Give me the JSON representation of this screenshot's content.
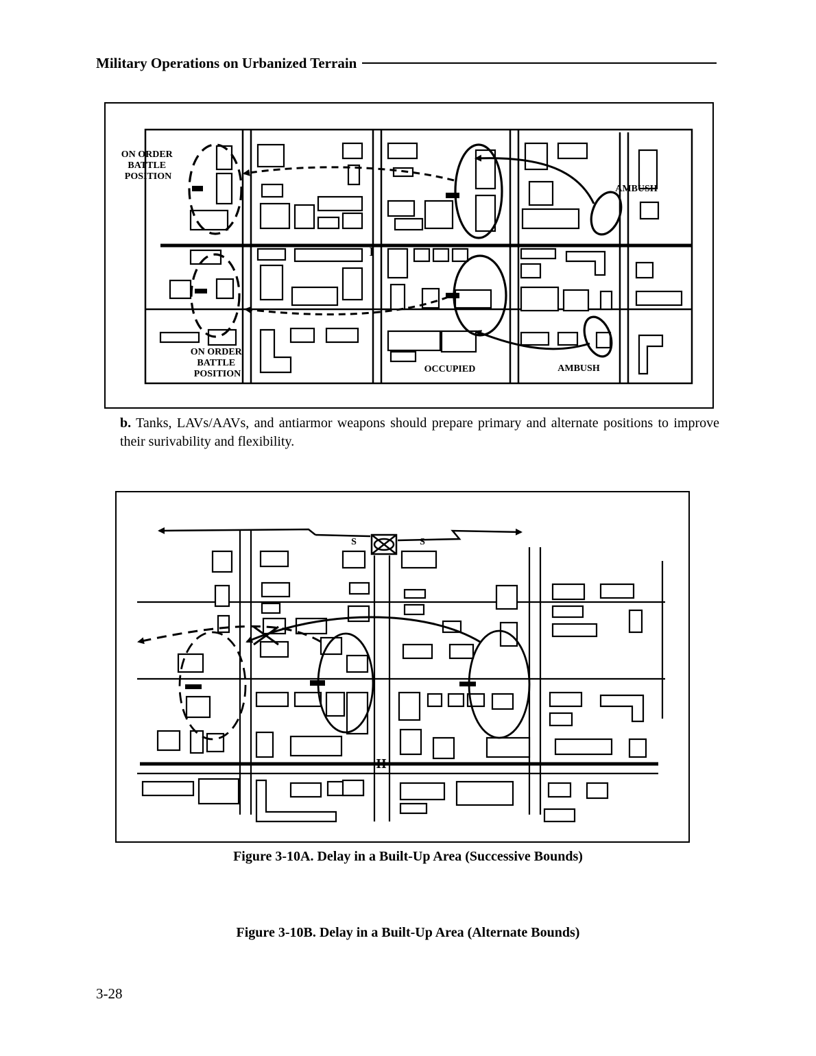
{
  "header": {
    "title": "Military Operations on Urbanized Terrain"
  },
  "figure_a": {
    "labels": {
      "on_order_top": [
        "ON ORDER",
        "BATTLE",
        "POSITION"
      ],
      "on_order_bottom": [
        "ON ORDER",
        "BATTLE",
        "POSITION"
      ],
      "ambush_top": "AMBUSH",
      "ambush_bottom": "AMBUSH",
      "occupied": "OCCUPIED",
      "boundary": "I"
    }
  },
  "paragraph": {
    "lead": "b.",
    "text": "Tanks, LAVs/AAVs, and antiarmor weapons should prepare primary and alternate positions to improve their surivability and flexibility."
  },
  "figure_b": {
    "labels": {
      "screen_left": "S",
      "screen_right": "S",
      "boundary": "II"
    }
  },
  "captions": {
    "figure_a": "Figure 3-10A. Delay in a Built-Up Area (Successive Bounds)",
    "figure_b": "Figure 3-10B. Delay in a Built-Up Area (Alternate Bounds)"
  },
  "footer": {
    "page_number": "3-28"
  }
}
